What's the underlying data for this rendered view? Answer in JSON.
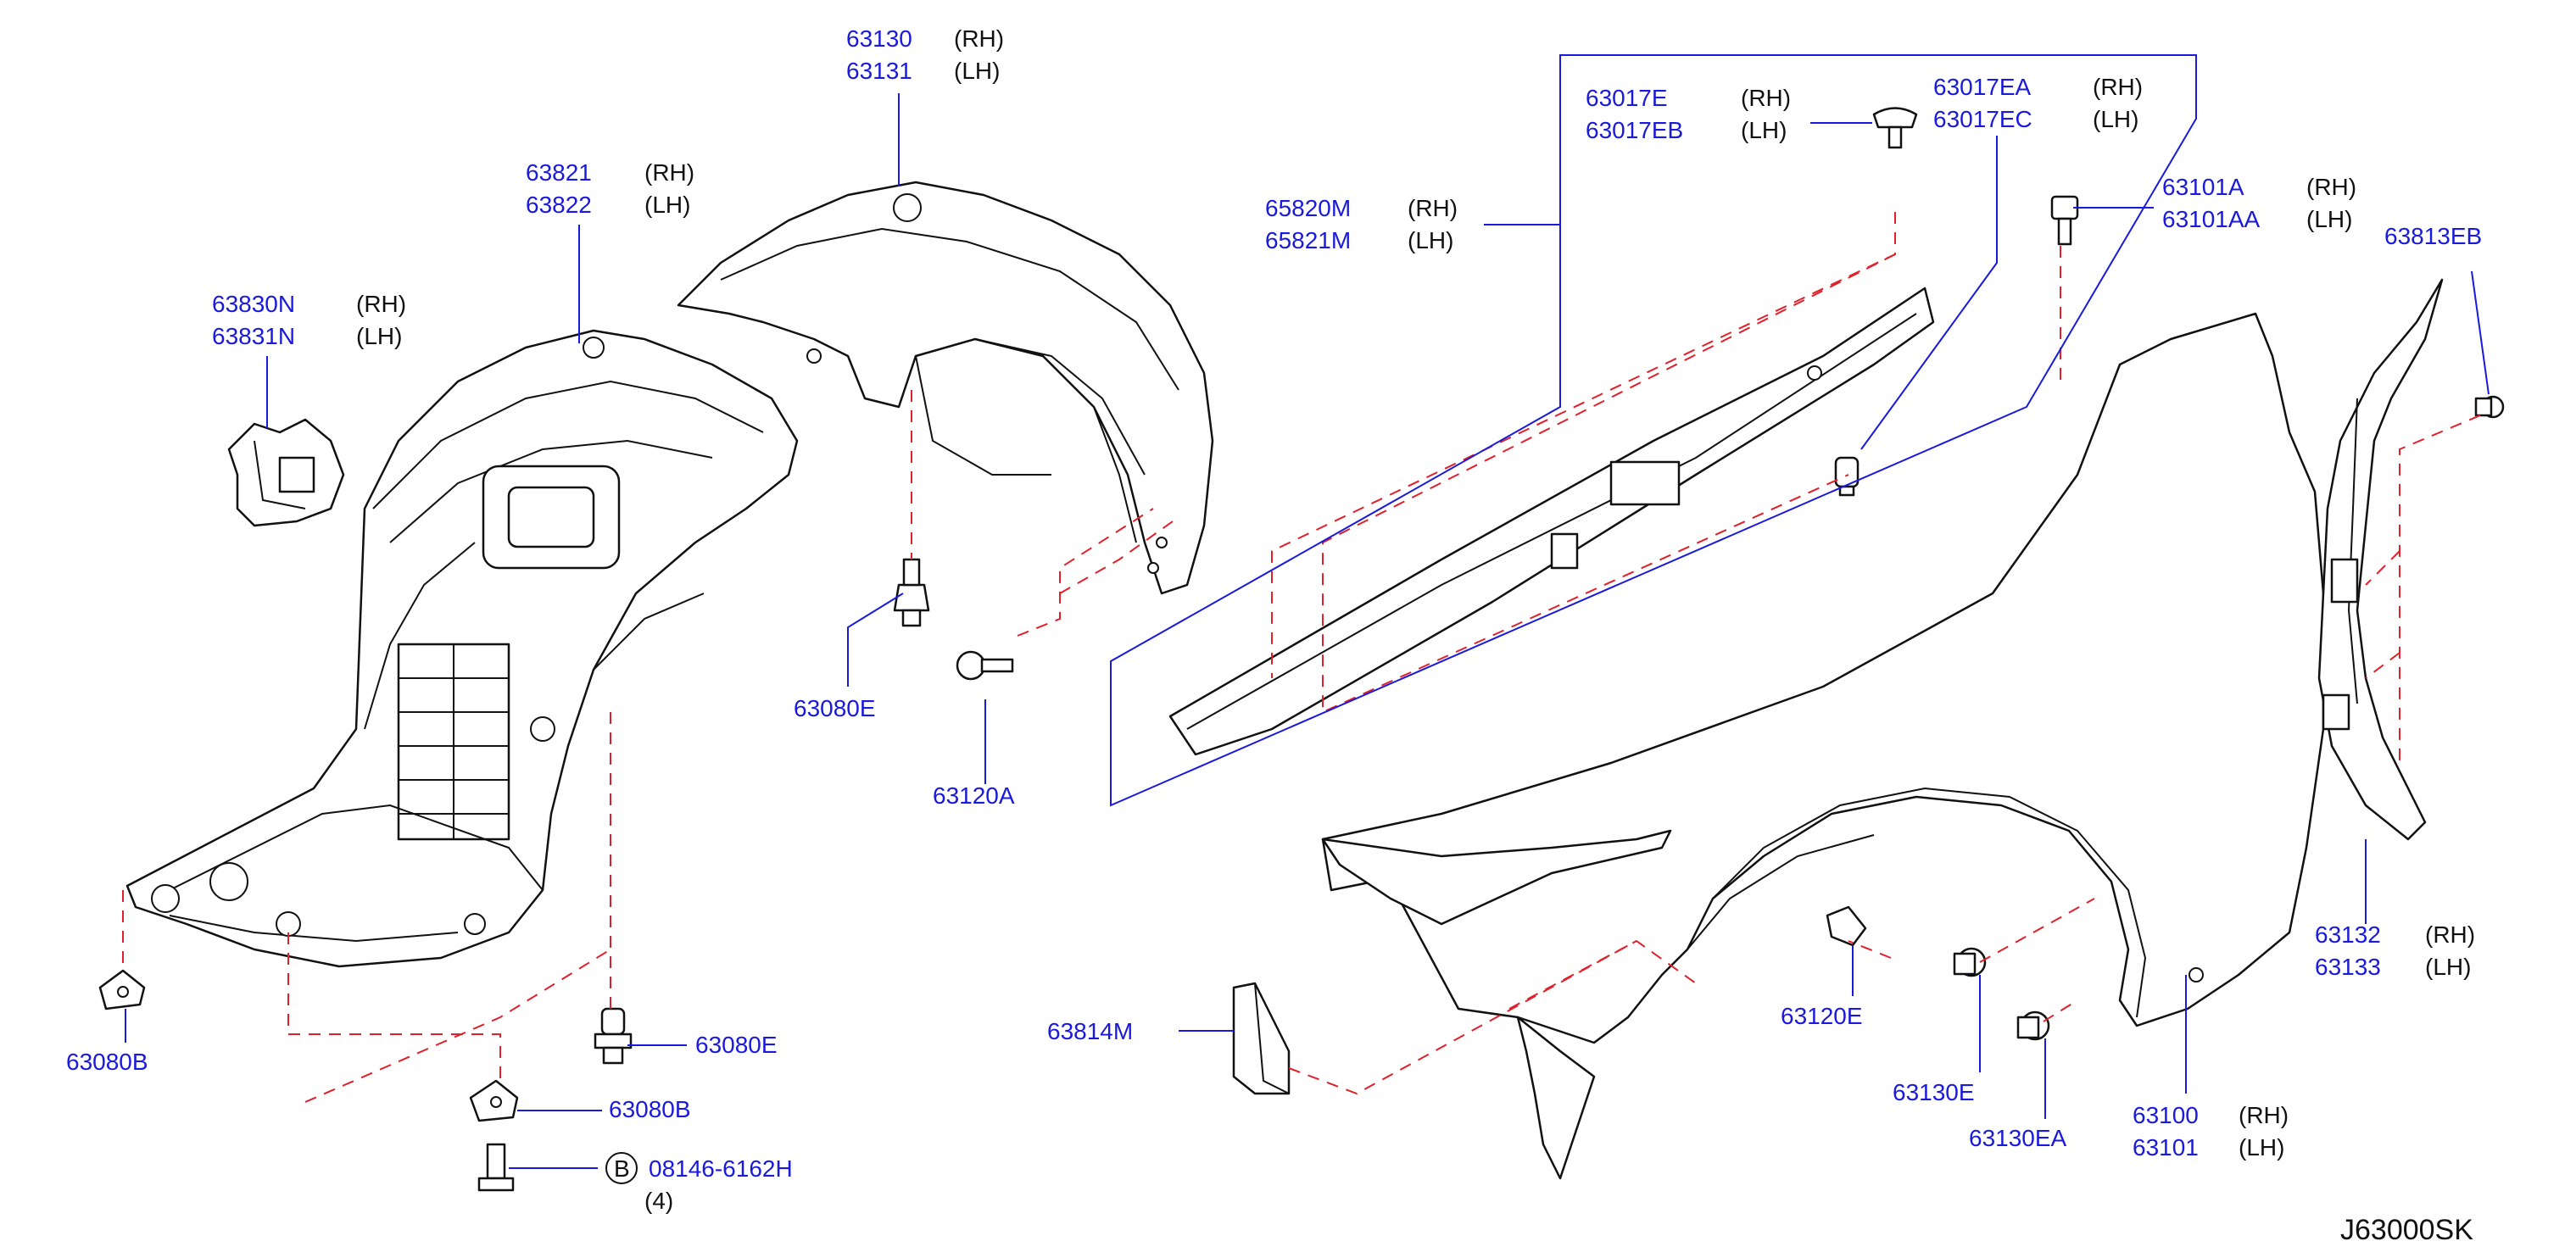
{
  "diagram_id": "J63000SK",
  "colors": {
    "part_number": "#1a1adc",
    "leader": "#1a1adc",
    "hidden_line": "#e0202a",
    "outline": "#111111"
  },
  "labels": {
    "p63130": {
      "no1": "63130",
      "side1": "(RH)",
      "no2": "63131",
      "side2": "(LH)"
    },
    "p63821": {
      "no1": "63821",
      "side1": "(RH)",
      "no2": "63822",
      "side2": "(LH)"
    },
    "p63830N": {
      "no1": "63830N",
      "side1": "(RH)",
      "no2": "63831N",
      "side2": "(LH)"
    },
    "p63080E_a": {
      "no": "63080E"
    },
    "p63120A": {
      "no": "63120A"
    },
    "p65820M": {
      "no1": "65820M",
      "side1": "(RH)",
      "no2": "65821M",
      "side2": "(LH)"
    },
    "p63017E": {
      "no1": "63017E",
      "side1": "(RH)",
      "no2": "63017EB",
      "side2": "(LH)"
    },
    "p63017EA": {
      "no1": "63017EA",
      "side1": "(RH)",
      "no2": "63017EC",
      "side2": "(LH)"
    },
    "p63101A": {
      "no1": "63101A",
      "side1": "(RH)",
      "no2": "63101AA",
      "side2": "(LH)"
    },
    "p63813EB": {
      "no": "63813EB"
    },
    "p63132": {
      "no1": "63132",
      "side1": "(RH)",
      "no2": "63133",
      "side2": "(LH)"
    },
    "p63080B_a": {
      "no": "63080B"
    },
    "p63080E_b": {
      "no": "63080E"
    },
    "p63080B_b": {
      "no": "63080B"
    },
    "p08146": {
      "circle": "B",
      "no": "08146-6162H",
      "qty": "(4)"
    },
    "p63814M": {
      "no": "63814M"
    },
    "p63120E": {
      "no": "63120E"
    },
    "p63130E": {
      "no": "63130E"
    },
    "p63130EA": {
      "no": "63130EA"
    },
    "p63100": {
      "no1": "63100",
      "side1": "(RH)",
      "no2": "63101",
      "side2": "(LH)"
    }
  },
  "icons": [
    "clip-icon",
    "screw-icon",
    "bolt-icon",
    "nut-clip-icon",
    "grommet-icon"
  ]
}
